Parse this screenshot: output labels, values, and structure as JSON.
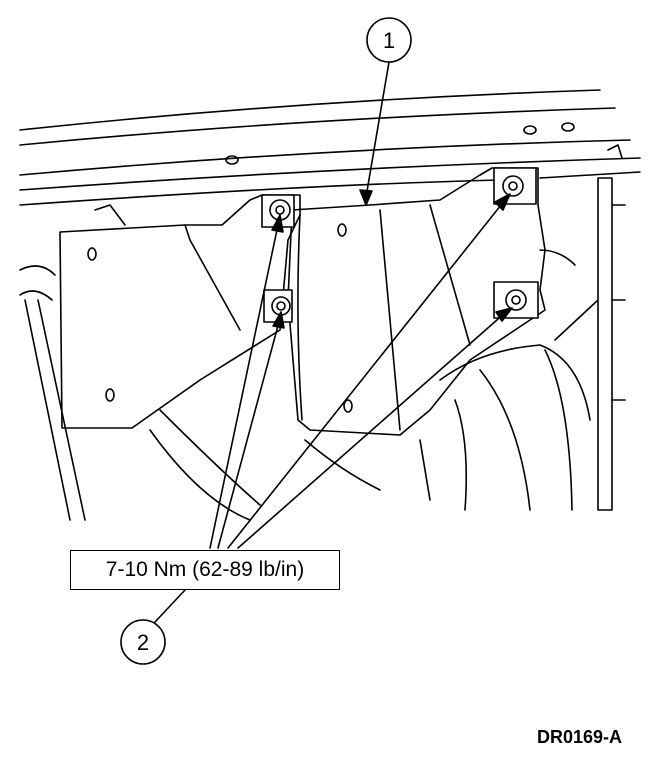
{
  "callouts": {
    "item_1": "1",
    "item_2": "2"
  },
  "torque_spec": "7-10 Nm (62-89 lb/in)",
  "figure_code": "DR0169-A"
}
